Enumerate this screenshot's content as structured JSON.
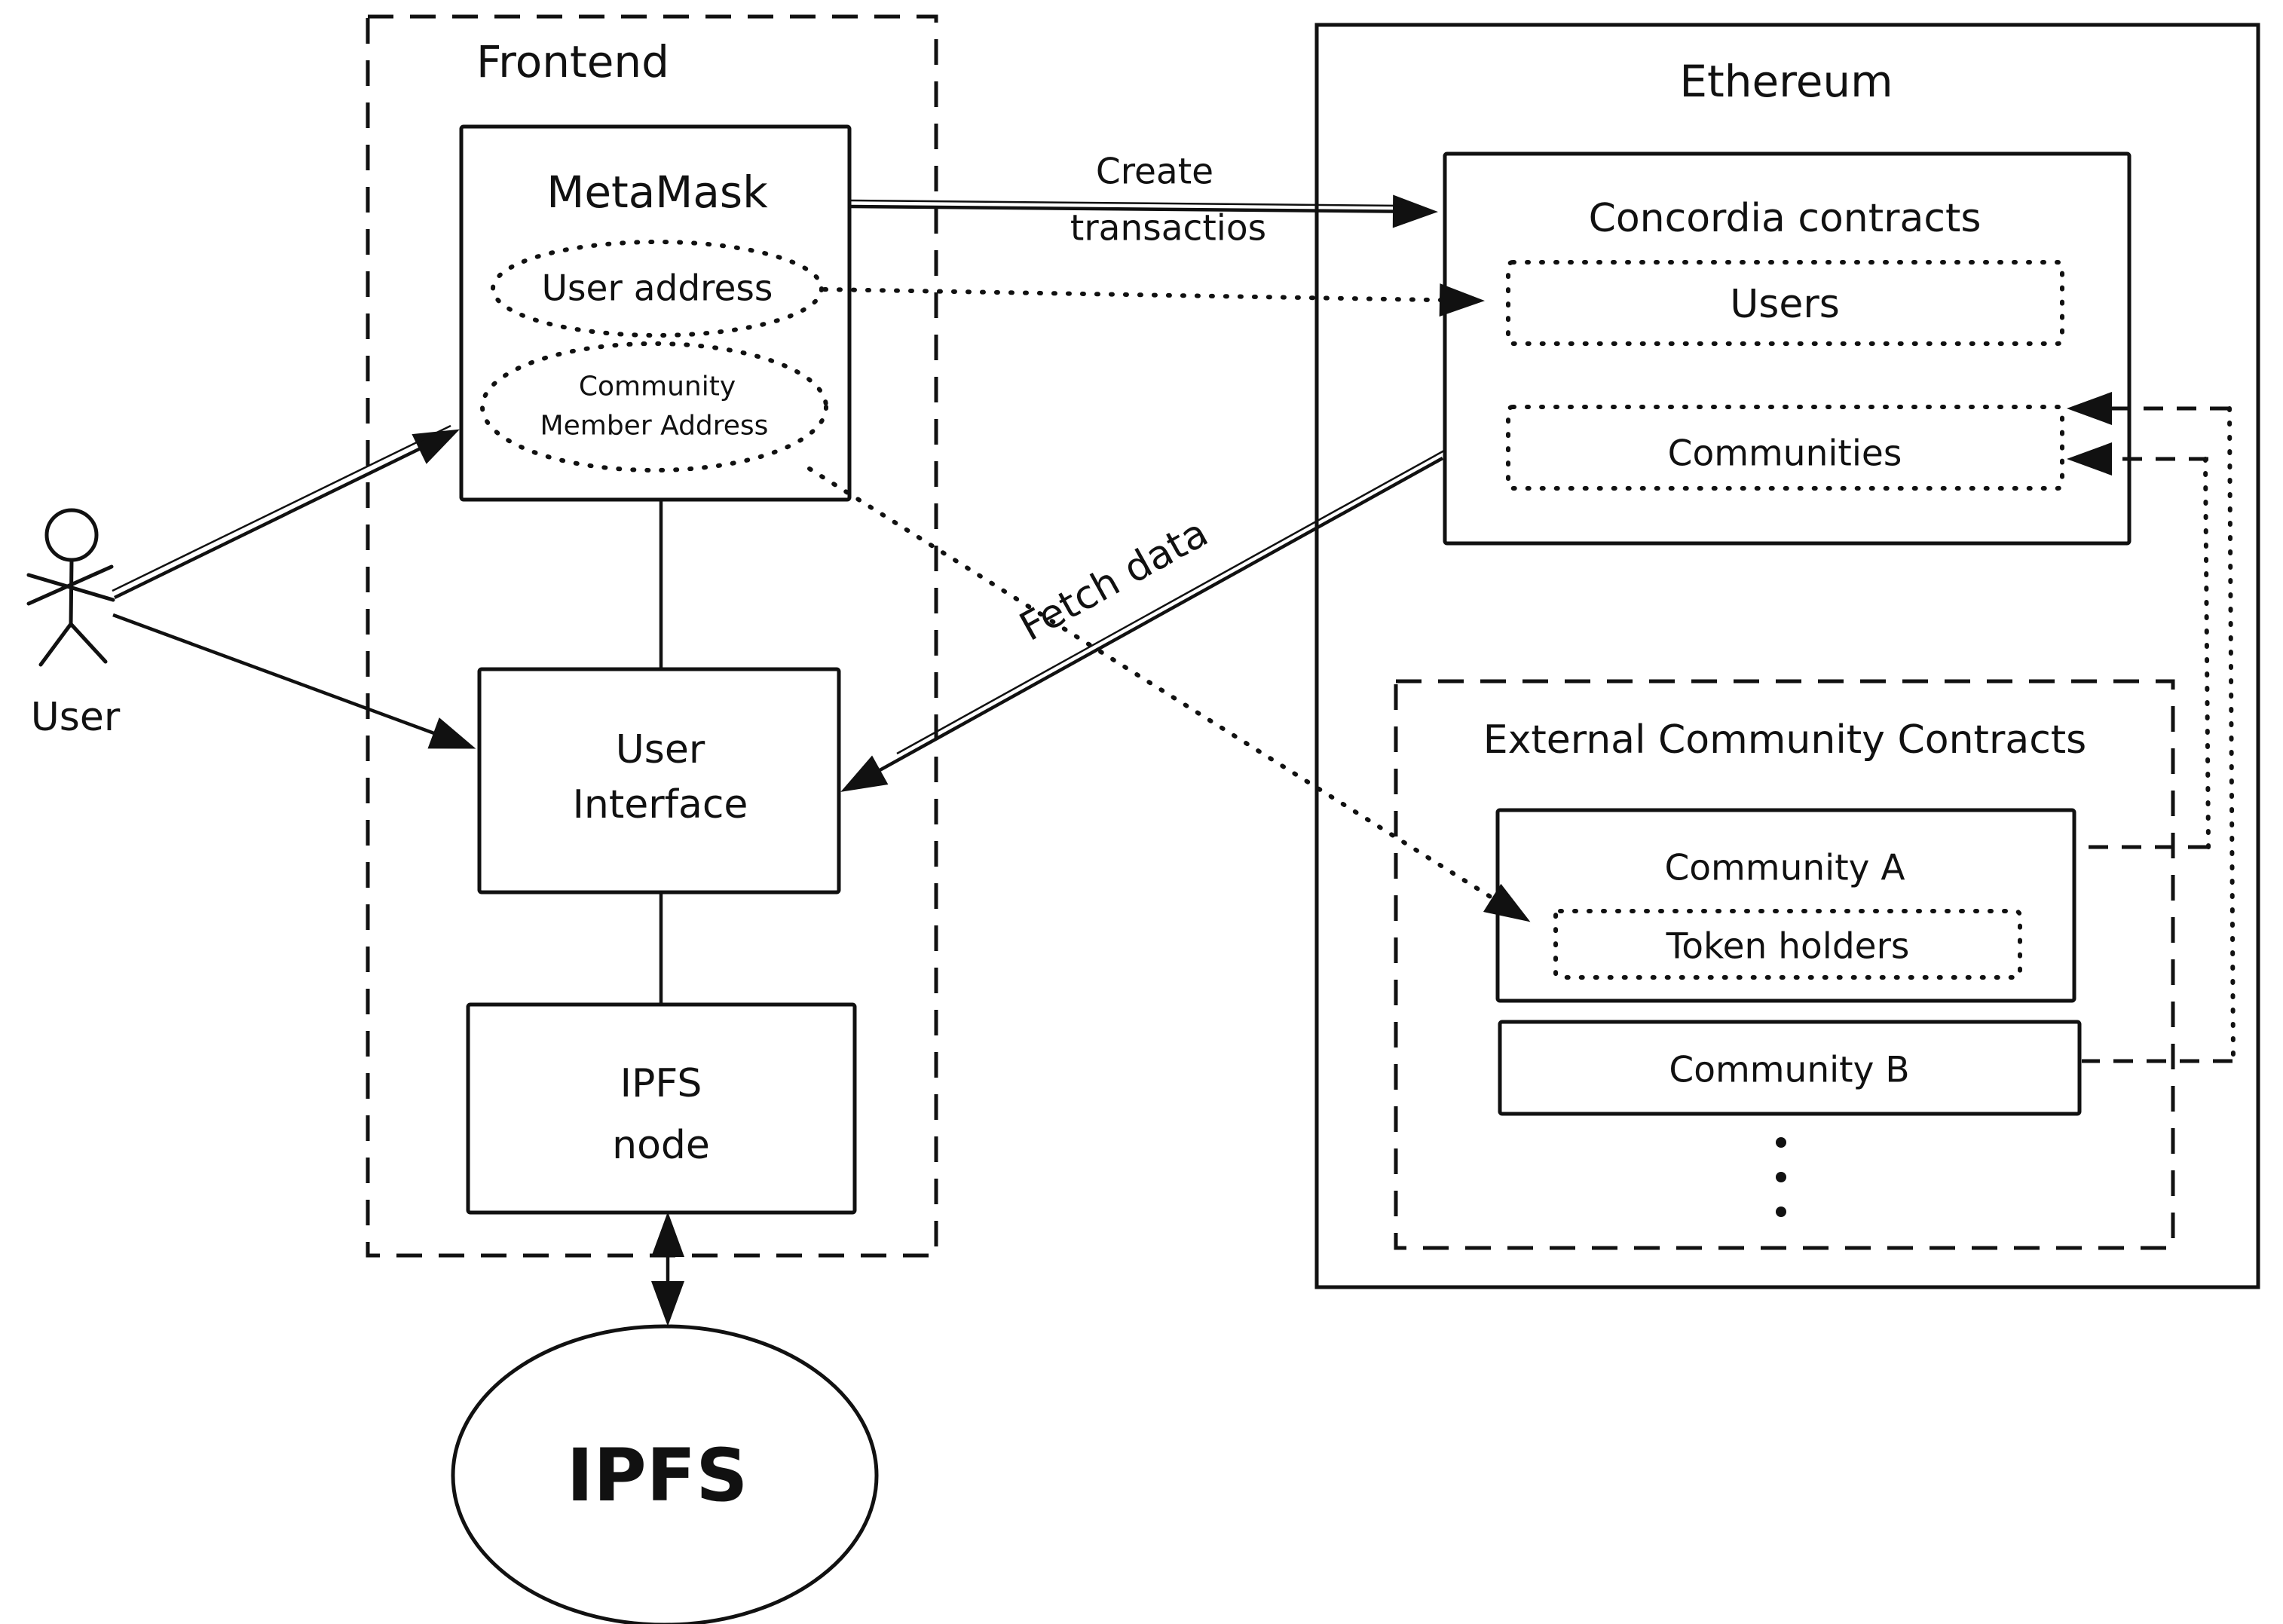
{
  "colors": {
    "ink": "#111111",
    "background": "#ffffff"
  },
  "frontend": {
    "label": "Frontend"
  },
  "metamask": {
    "title": "MetaMask",
    "user_address_label": "User address",
    "community_member_line1": "Community",
    "community_member_line2": "Member Address"
  },
  "user": {
    "label": "User"
  },
  "user_interface": {
    "line1": "User",
    "line2": "Interface"
  },
  "ipfs_node": {
    "line1": "IPFS",
    "line2": "node"
  },
  "ipfs": {
    "label": "IPFS"
  },
  "ethereum": {
    "label": "Ethereum"
  },
  "concordia": {
    "title": "Concordia contracts",
    "users_label": "Users",
    "communities_label": "Communities"
  },
  "external": {
    "title": "External Community Contracts",
    "community_a_label": "Community A",
    "token_holders_label": "Token holders",
    "community_b_label": "Community B",
    "more_indicator": "vertical-ellipsis-icon"
  },
  "arrows": {
    "create_line1": "Create",
    "create_line2": "transactios",
    "fetch_label": "Fetch data"
  }
}
